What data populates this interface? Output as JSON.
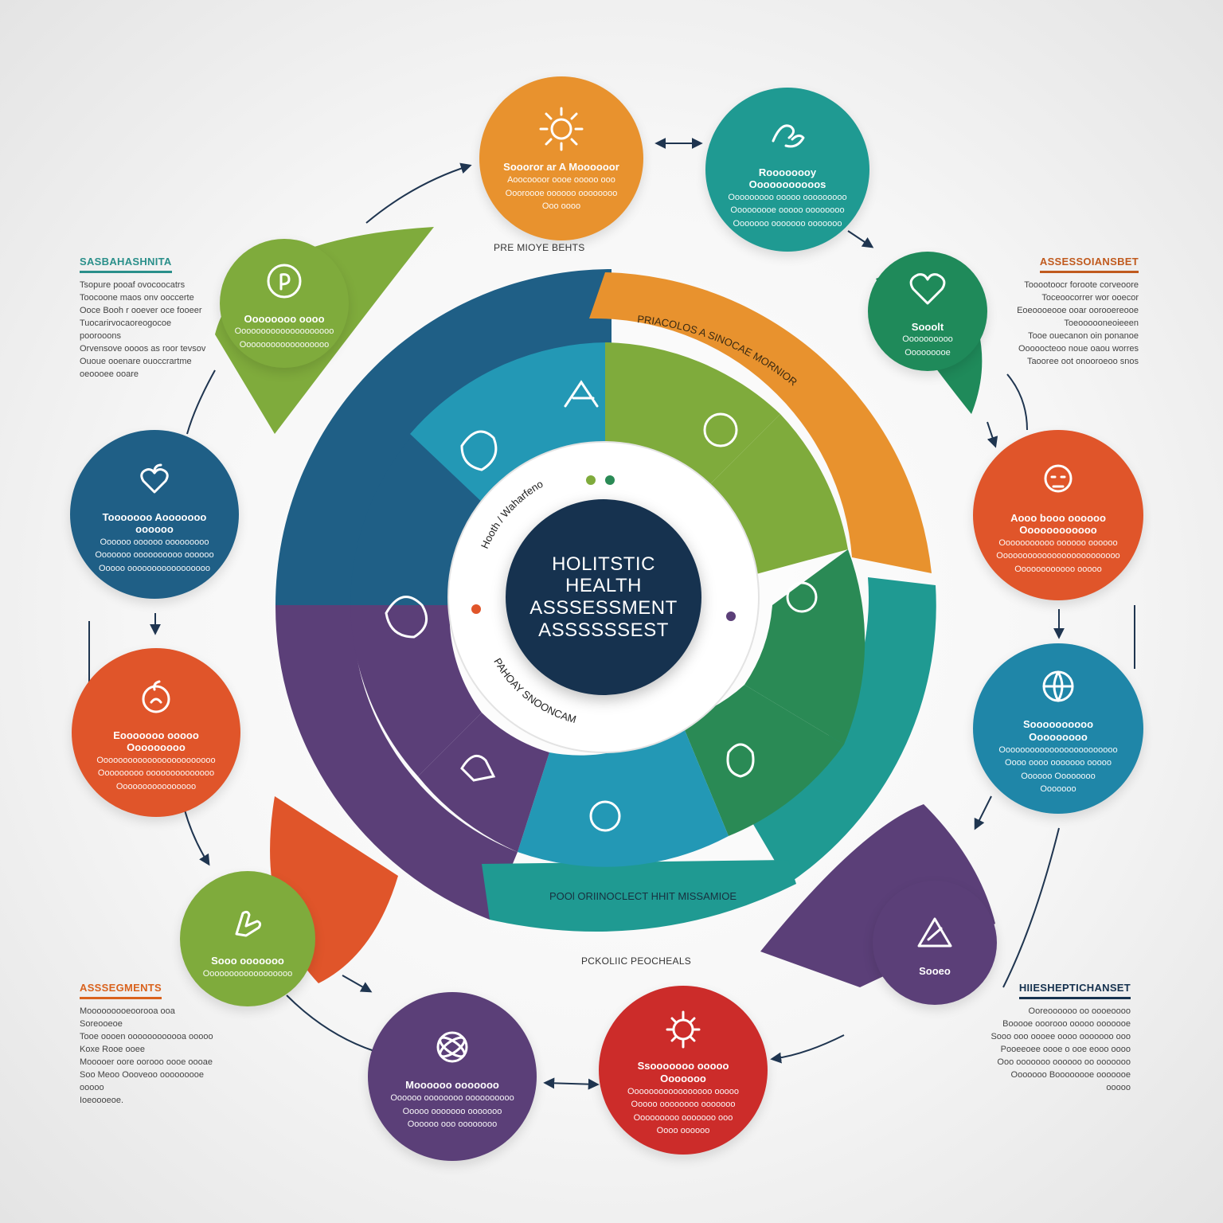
{
  "center": {
    "title_lines": [
      "HOLITSTIC",
      "HEALTH",
      "ASSSESSMENT",
      "ASSSSSSEST"
    ]
  },
  "captions": {
    "top": "PRE MIOYE BEHTS",
    "bottom": "PCKOLIIC PEOCHEALS"
  },
  "ring_labels": {
    "outer_orange": "PRIACOLOS A SINOCAE MORNIOR",
    "outer_teal_bottom": "POOl ORIINOCLECT HHIT MISSAMIOE",
    "inner_green": "Hooth / Waharfeno",
    "inner_white": "PAHOAY SNOONCAM"
  },
  "side_blocks": [
    {
      "title": "SASBAHASHNITA",
      "color": "#2a8f8a",
      "lines": [
        "Tsopure pooaf ovocoocatrs",
        "Toocoone maos onv ooccerte",
        "Ooce Booh r ooever oce fooeer",
        "Tuocarirvocaoreogocoe",
        "poorooons",
        "Orvensove oooos as roor tevsov",
        "Ououe ooenare ouoccrartme",
        "oeoooee ooare"
      ]
    },
    {
      "title": "ASSESSOIANSBET",
      "color": "#c05a1e",
      "lines": [
        "Tooootoocr foroote corveoore",
        "Toceoocorrer wor ooecor",
        "Eoeoooeooe ooar oorooereooe",
        "Toeoooooneoieeen",
        "Tooe ouecanon oin ponanoe",
        "Ooooocteoo noue oaou worres",
        "Taooree oot onooroeoo snos"
      ]
    },
    {
      "title": "ASSSEGMENTS",
      "color": "#d9621d",
      "lines": [
        "Mooooooooeoorooa ooa Soreooeoe",
        "Tooe oooen oooooooooooa ooooo",
        "Koxe Rooe ooee",
        "Mooooer oore oorooo oooe oooae",
        "Soo Meoo Oooveoo ooooooooe ooooo",
        "Ioeoooeoe."
      ]
    },
    {
      "title": "HIIESHEPTICHANSET",
      "color": "#16324f",
      "lines": [
        "Ooreoooooo oo oooeoooo",
        "Booooe ooorooo ooooo ooooooe",
        "Sooo ooo oooee oooo ooooooo ooo",
        "Pooeeoee oooe o ooe eooo oooo",
        "Ooo ooooooo oooooo oo ooooooo",
        "Ooooooo Boooooooe ooooooe ooooo"
      ]
    }
  ],
  "nodes": [
    {
      "id": "top-orange",
      "color": "#e8922e",
      "icon": "sun-icon",
      "title": "Soooror ar A Moooooor",
      "lines": [
        "Aoocoooor oooe ooooo ooo",
        "Oooroooe oooooo oooooooo",
        "Ooo oooo"
      ]
    },
    {
      "id": "top-teal",
      "color": "#1f9a92",
      "icon": "hands-icon",
      "title": "Roooooooy Ooooooooooos",
      "lines": [
        "Ooooooooo ooooo ooooooooo",
        "Ooooooooe ooooo oooooooo",
        "Ooooooo ooooooo ooooooo"
      ]
    },
    {
      "id": "right-green",
      "color": "#1f8a5a",
      "icon": "heart-icon",
      "title": "Sooolt",
      "lines": [
        "Oooooooooo",
        "Ooooooooe"
      ]
    },
    {
      "id": "right-orange",
      "color": "#e0552a",
      "icon": "body-icon",
      "title": "Aooo booo oooooo Oooooooooooo",
      "lines": [
        "Ooooooooooo oooooo oooooo",
        "Ooooooooooooooooooooooooo",
        "Oooooooooooo ooooo"
      ]
    },
    {
      "id": "right-blue",
      "color": "#1f86a8",
      "icon": "globe-icon",
      "title": "Soooooooooo Ooooooooo",
      "lines": [
        "Oooooooooooooooooooooooo",
        "Oooo oooo ooooooo ooooo",
        "Oooooo Oooooooo",
        "Ooooooo"
      ]
    },
    {
      "id": "bottom-right-purple",
      "color": "#5b3f78",
      "icon": "triangle-icon",
      "title": "Sooeo",
      "lines": []
    },
    {
      "id": "bottom-red",
      "color": "#cc2c2a",
      "icon": "gear-icon",
      "title": "Ssooooooo ooooo Ooooooo",
      "lines": [
        "Ooooooooooooooooo ooooo",
        "Ooooo oooooooo ooooooo",
        "Ooooooooo ooooooo ooo",
        "Oooo oooooo"
      ]
    },
    {
      "id": "bottom-purple",
      "color": "#5b3f78",
      "icon": "atom-icon",
      "title": "Moooooo ooooooo",
      "lines": [
        "Oooooo oooooooo oooooooooo",
        "Ooooo ooooooo ooooooo",
        "Oooooo ooo oooooooo"
      ]
    },
    {
      "id": "bottom-left-green",
      "color": "#7fab3c",
      "icon": "hand-icon",
      "title": "Sooo ooooooo",
      "lines": [
        "Oooooooooooooooooo"
      ]
    },
    {
      "id": "left-orange",
      "color": "#e0552a",
      "icon": "apple-icon",
      "title": "Eooooooo ooooo Ooooooooo",
      "lines": [
        "Oooooooooooooooooooooooo",
        "Ooooooooo oooooooooooooo",
        "Oooooooooooooooo"
      ]
    },
    {
      "id": "left-blue",
      "color": "#1f5f86",
      "icon": "apple-heart-icon",
      "title": "Tooooooo Aooooooo oooooo",
      "lines": [
        "Oooooo oooooo ooooooooo",
        "Ooooooo oooooooooo oooooo",
        "Ooooo ooooooooooooooooo"
      ]
    },
    {
      "id": "top-left-green",
      "color": "#7fab3c",
      "icon": "plant-icon",
      "title": "Oooooooo oooo",
      "lines": [
        "Oooooooooooooooooooo",
        "Oooooooooooooooooo"
      ]
    }
  ],
  "colors": {
    "navy": "#1f5f86",
    "orange": "#e8922e",
    "green": "#7fab3c",
    "teal": "#1f9a92",
    "purple": "#5b3f78",
    "dark_green": "#2a8a55",
    "center": "#16324f"
  }
}
